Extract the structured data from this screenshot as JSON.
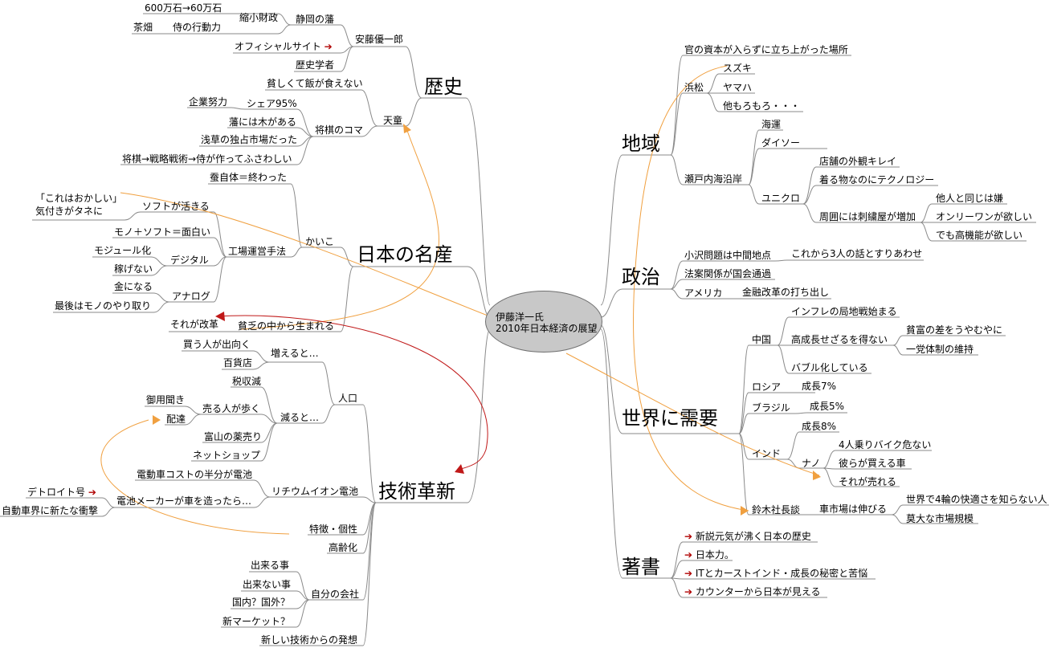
{
  "center": {
    "line1": "伊藤洋一氏",
    "line2": "2010年日本経済の展望"
  },
  "branches": {
    "history": "歴史",
    "products": "日本の名産",
    "tech": "技術革新",
    "region": "地域",
    "politics": "政治",
    "demand": "世界に需要",
    "books": "著書"
  },
  "history": {
    "ando": "安藤優一郎",
    "shizuoka": "静岡の藩",
    "shukusho": "縮小財政",
    "kokudaka": "600万石→60万石",
    "samurai": "侍の行動力",
    "chabatake": "茶畑",
    "official": "オフィシャルサイト",
    "historian": "歴史学者",
    "tendo": "天童",
    "poor": "貧しくて飯が食えない",
    "shogi": "将棋のコマ",
    "kigyo": "企業努力",
    "share": "シェア95%",
    "ki": "藩には木がある",
    "asakusa": "浅草の独占市場だった",
    "senryaku": "将棋→戦略戦術→侍が作ってふさわしい"
  },
  "products": {
    "kaiko": "かいこ",
    "owatta": "蚕自体＝終わった",
    "kojo": "工場運営手法",
    "soft": "ソフトが活きる",
    "okashii1": "「これはおかしい」",
    "okashii2": "気付きがタネに",
    "monosoft": "モノ＋ソフト＝面白い",
    "digital": "デジタル",
    "module": "モジュール化",
    "kasege": "稼げない",
    "analog": "アナログ",
    "kane": "金になる",
    "saigo": "最後はモノのやり取り",
    "binbo": "貧乏の中から生まれる",
    "kaikaku": "それが改革"
  },
  "tech": {
    "jinko": "人口",
    "fueru": "増えると…",
    "kau": "買う人が出向く",
    "hyakka": "百貨店",
    "heru": "減ると…",
    "zeishu": "税収減",
    "uru": "売る人が歩く",
    "goyo": "御用聞き",
    "haitatsu": "配達",
    "toyama": "富山の薬売り",
    "net": "ネットショップ",
    "lithium": "リチウムイオン電池",
    "denki": "電動車コストの半分が電池",
    "maker": "電池メーカーが車を造ったら…",
    "detroit": "デトロイト号",
    "shogeki": "自動車界に新たな衝撃",
    "tokucho": "特徴・個性",
    "korei": "高齢化",
    "kaisha": "自分の会社",
    "dekiru": "出来る事",
    "dekinai": "出来ない事",
    "kokunai": "国内？国外？",
    "market": "新マーケット？",
    "atarashii": "新しい技術からの発想"
  },
  "region": {
    "kan": "官の資本が入らずに立ち上がった場所",
    "hamamatsu": "浜松",
    "suzuki": "スズキ",
    "yamaha": "ヤマハ",
    "hoka": "他もろもろ・・・",
    "setouchi": "瀬戸内海沿岸",
    "kaiun": "海運",
    "daiso": "ダイソー",
    "uniqlo": "ユニクロ",
    "tenpo": "店舗の外観キレイ",
    "kiru": "着る物なのにテクノロジー",
    "shuui": "周囲には刺繍屋が増加",
    "tanin": "他人と同じは嫌",
    "onlyone": "オンリーワンが欲しい",
    "kokino": "でも高機能が欲しい"
  },
  "politics": {
    "ozawa": "小沢問題は中間地点",
    "sannin": "これから3人の話とすりあわせ",
    "hoan": "法案関係が国会通過",
    "america": "アメリカ",
    "kinyu": "金融改革の打ち出し"
  },
  "demand": {
    "china": "中国",
    "inflation": "インフレの局地戦始まる",
    "kodo": "高成長せざるを得ない",
    "hinpu": "貧富の差をうやむやに",
    "ittou": "一党体制の維持",
    "bubble": "バブル化している",
    "russia": "ロシア",
    "ru_growth": "成長7%",
    "brazil": "ブラジル",
    "br_growth": "成長5%",
    "india": "インド",
    "in_growth": "成長8%",
    "nano": "ナノ",
    "yonin": "4人乗りバイク危ない",
    "kaeru": "彼らが買える車",
    "ureru": "それが売れる",
    "suzuki": "鈴木社長談",
    "shijo": "車市場は伸びる",
    "yonrin": "世界で4輪の快適さを知らない人",
    "kibo": "莫大な市場規模"
  },
  "books": {
    "b1": "新説元気が沸く日本の歴史",
    "b2": "日本力。",
    "b3": "ITとカーストインド・成長の秘密と苦悩",
    "b4": "カウンターから日本が見える"
  },
  "link_arrow": "➔",
  "colors": {
    "line": "#8a8a8a",
    "orange": "#f0a040",
    "red": "#c01818",
    "oval": "#c8c8c8"
  }
}
